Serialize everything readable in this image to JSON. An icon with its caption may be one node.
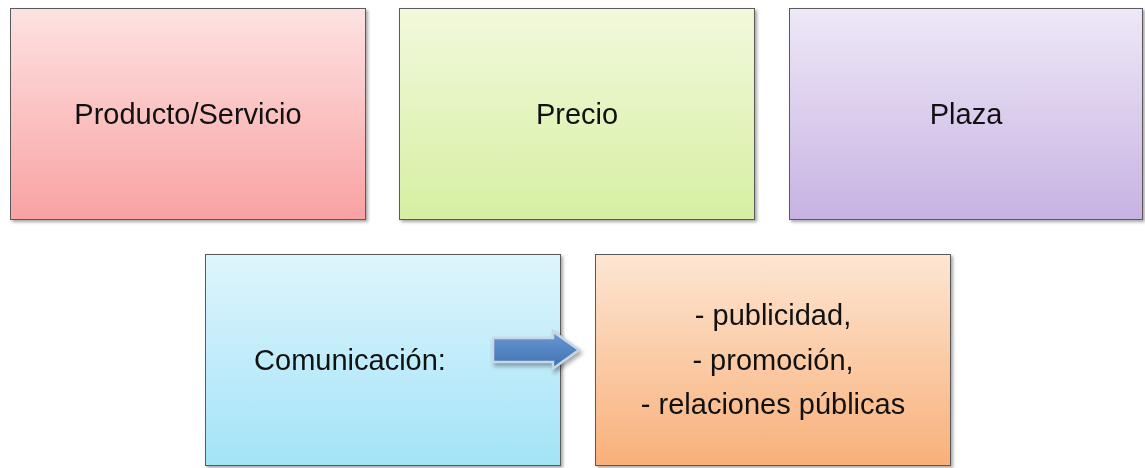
{
  "diagram": {
    "nodes": [
      {
        "text": [
          "Producto/Servicio"
        ]
      },
      {
        "text": [
          "Precio"
        ]
      },
      {
        "text": [
          "Plaza"
        ]
      },
      {
        "text": [
          "Comunicación:"
        ]
      },
      {
        "text": [
          "- publicidad,",
          "- promoción,",
          "- relaciones públicas"
        ]
      }
    ],
    "edges": [
      {
        "from": 3,
        "to": 4,
        "arrow": "to",
        "style": "thick"
      }
    ]
  }
}
